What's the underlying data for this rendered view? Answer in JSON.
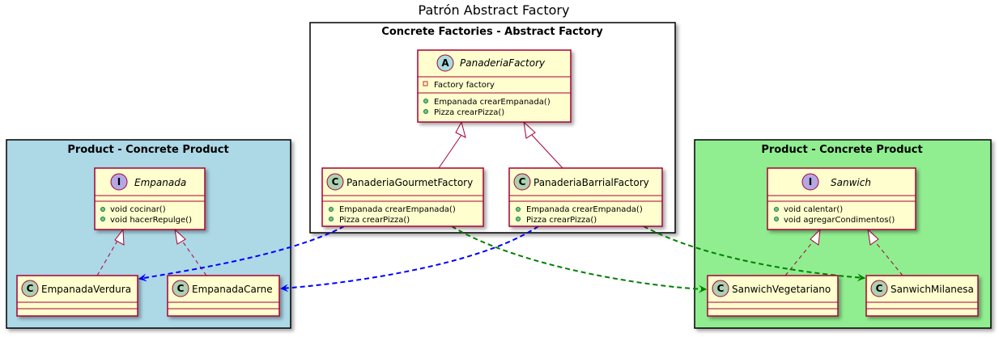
{
  "title": "Patrón Abstract Factory",
  "packages": {
    "left": {
      "title": "Product - Concrete Product",
      "color": "#ADD8E6"
    },
    "center": {
      "title": "Concrete Factories - Abstract Factory",
      "color": "#FFFFFF"
    },
    "right": {
      "title": "Product - Concrete Product",
      "color": "#90EE90"
    }
  },
  "classes": {
    "panaderia_factory": {
      "name": "PanaderiaFactory",
      "kind": "abstract",
      "badge": "A",
      "fields": [
        "Factory factory"
      ],
      "methods": [
        "Empanada crearEmpanada()",
        "Pizza crearPizza()"
      ]
    },
    "gourmet": {
      "name": "PanaderiaGourmetFactory",
      "kind": "class",
      "badge": "C",
      "methods": [
        "Empanada crearEmpanada()",
        "Pizza crearPizza()"
      ]
    },
    "barrial": {
      "name": "PanaderiaBarrialFactory",
      "kind": "class",
      "badge": "C",
      "methods": [
        "Empanada crearEmpanada()",
        "Pizza crearPizza()"
      ]
    },
    "empanada": {
      "name": "Empanada",
      "kind": "interface",
      "badge": "I",
      "methods": [
        "void cocinar()",
        "void hacerRepulge()"
      ]
    },
    "empanada_verdura": {
      "name": "EmpanadaVerdura",
      "kind": "class",
      "badge": "C"
    },
    "empanada_carne": {
      "name": "EmpanadaCarne",
      "kind": "class",
      "badge": "C"
    },
    "sanwich": {
      "name": "Sanwich",
      "kind": "interface",
      "badge": "I",
      "methods": [
        "void calentar()",
        "void agregarCondimentos()"
      ]
    },
    "sanwich_vegetariano": {
      "name": "SanwichVegetariano",
      "kind": "class",
      "badge": "C"
    },
    "sanwich_milanesa": {
      "name": "SanwichMilanesa",
      "kind": "class",
      "badge": "C"
    }
  },
  "colors": {
    "class_fill": "#FEFECE",
    "class_border": "#A80036",
    "badge_class": "#ADD1B2",
    "badge_abstract": "#A9DCDF",
    "badge_interface": "#B4A7E5",
    "dep_blue": "#0000FF",
    "dep_green": "#008000"
  }
}
